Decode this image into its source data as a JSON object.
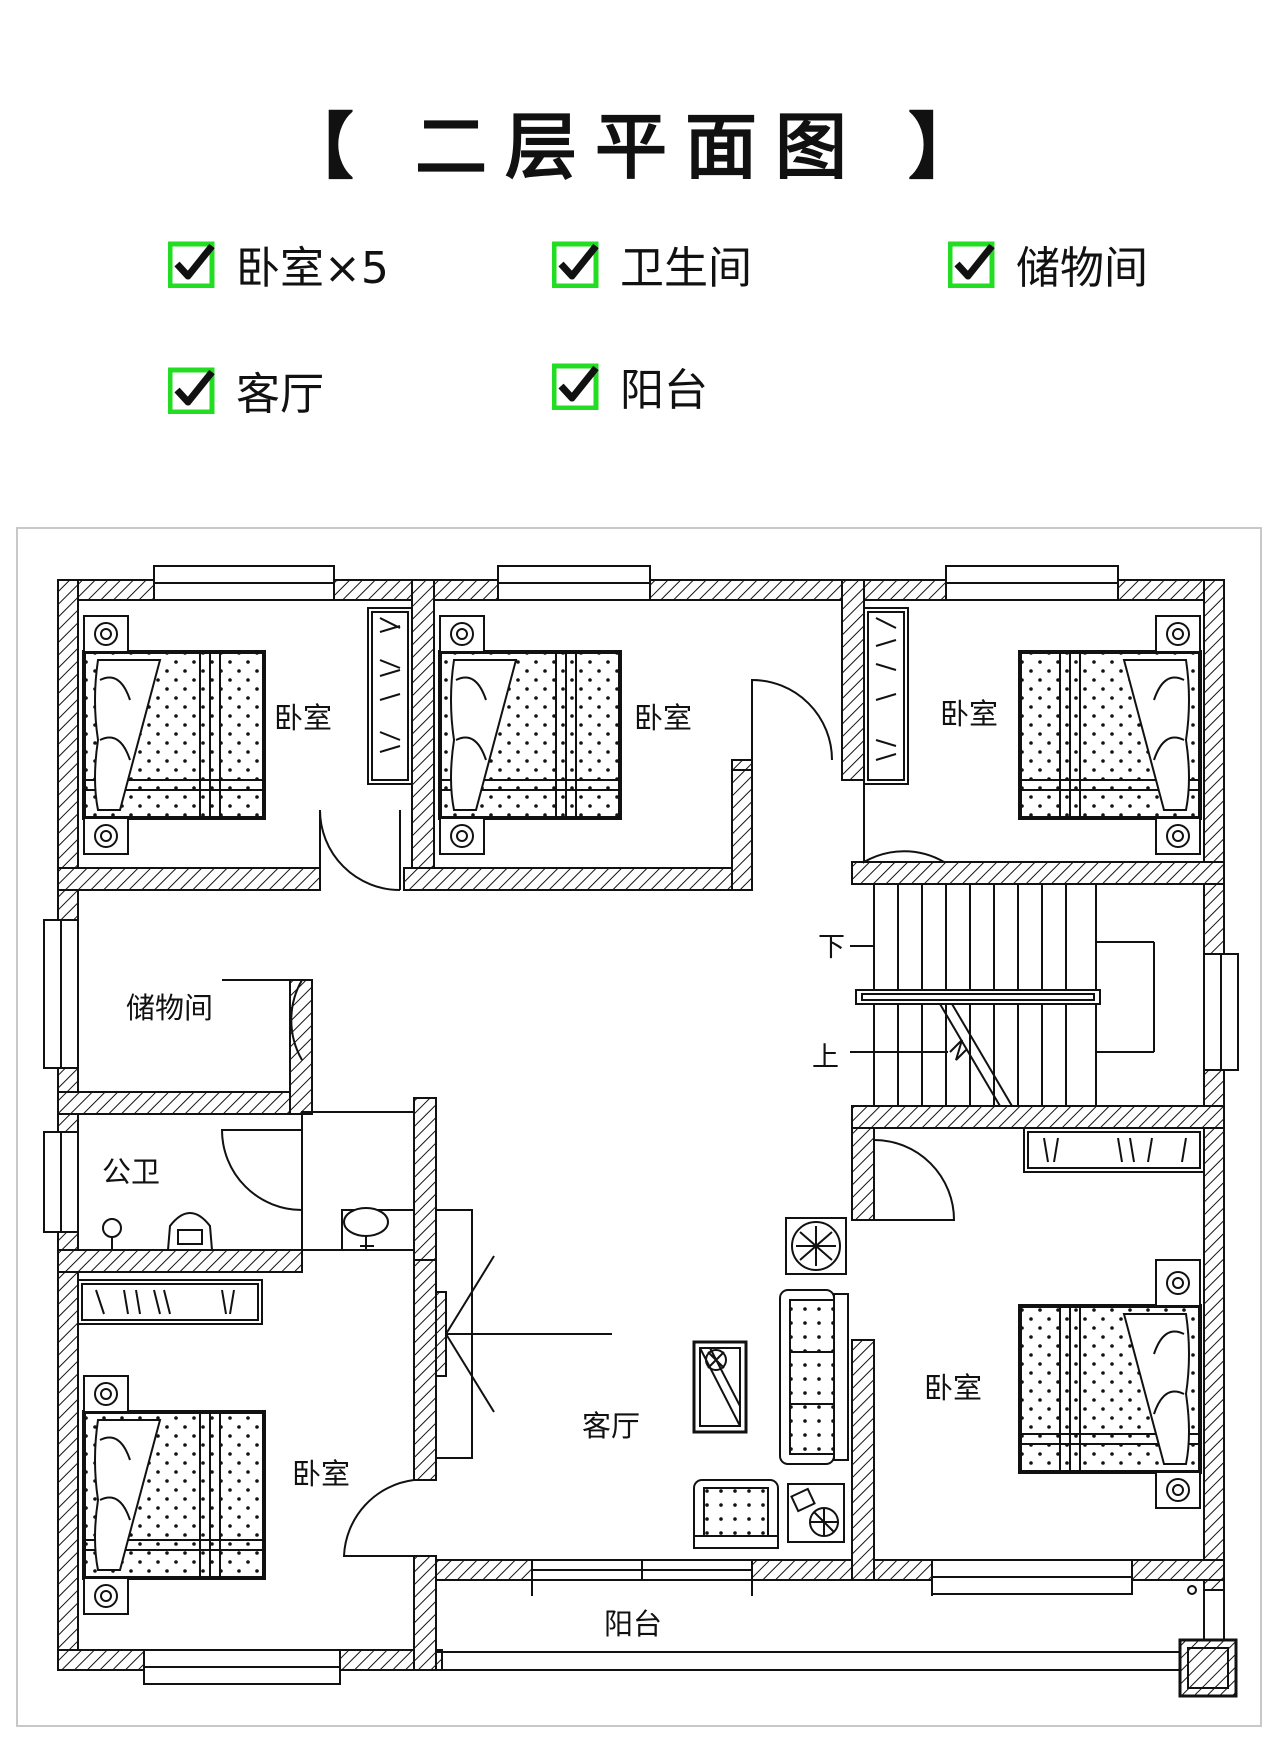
{
  "title": "【 二层平面图 】",
  "features": [
    {
      "label": "卧室×5"
    },
    {
      "label": "卫生间"
    },
    {
      "label": "储物间"
    },
    {
      "label": "客厅"
    },
    {
      "label": "阳台"
    }
  ],
  "check_color": "#22dd22",
  "plan": {
    "rooms": {
      "bedroom_nw": "卧室",
      "bedroom_n": "卧室",
      "bedroom_ne": "卧室",
      "storage": "储物间",
      "toilet": "公卫",
      "bedroom_sw": "卧室",
      "living": "客厅",
      "bedroom_se": "卧室",
      "balcony": "阳台"
    },
    "stairs": {
      "down": "下",
      "up": "上"
    }
  }
}
